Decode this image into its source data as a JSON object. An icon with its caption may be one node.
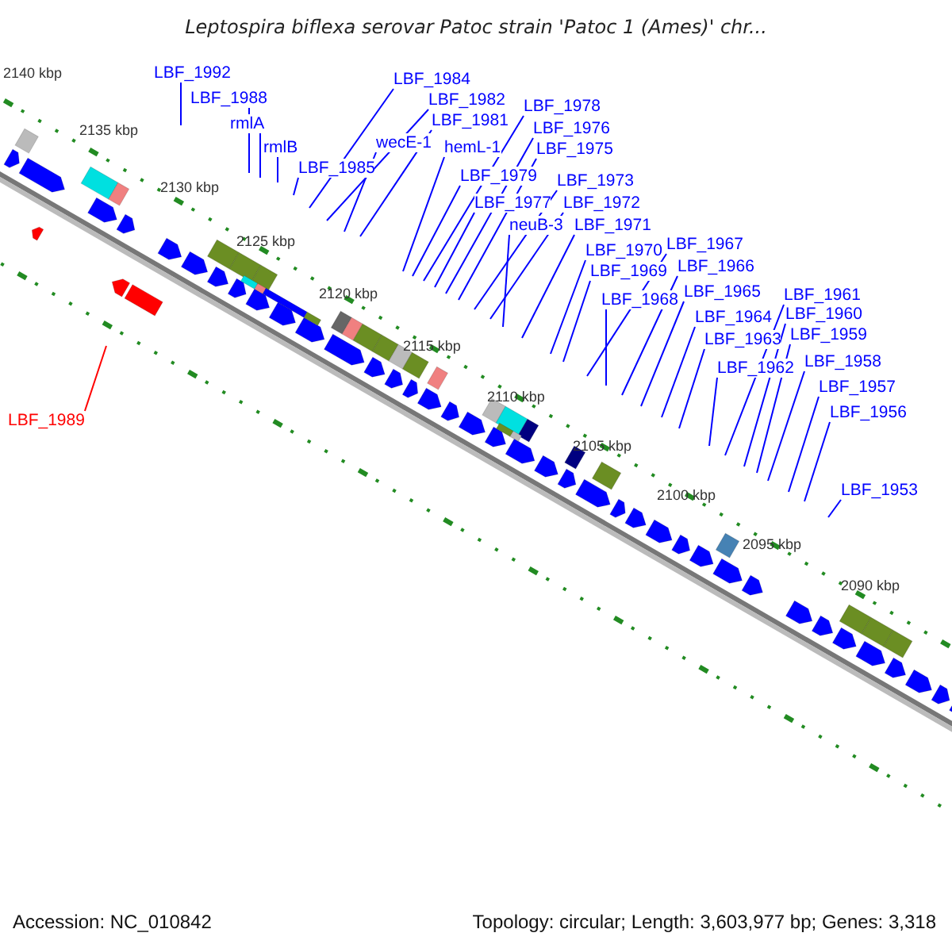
{
  "diagram": {
    "title": "Leptospira biflexa serovar Patoc strain 'Patoc 1 (Ames)' chr...",
    "nodes": [
      {
        "text": [
          "LBF_1992"
        ]
      },
      {
        "text": [
          "LBF_1988"
        ]
      },
      {
        "text": [
          "rmlA"
        ]
      },
      {
        "text": [
          "rmlB"
        ]
      },
      {
        "text": [
          "LBF_1985"
        ]
      },
      {
        "text": [
          "LBF_1984"
        ]
      },
      {
        "text": [
          "LBF_1982"
        ]
      },
      {
        "text": [
          "wecE-1"
        ]
      },
      {
        "text": [
          "LBF_1981"
        ]
      },
      {
        "text": [
          "hemL-1"
        ]
      },
      {
        "text": [
          "LBF_1979"
        ]
      },
      {
        "text": [
          "LBF_1978"
        ]
      },
      {
        "text": [
          "LBF_1977"
        ]
      },
      {
        "text": [
          "LBF_1976"
        ]
      },
      {
        "text": [
          "LBF_1975"
        ]
      },
      {
        "text": [
          "LBF_1973"
        ]
      },
      {
        "text": [
          "LBF_1972"
        ]
      },
      {
        "text": [
          "neuB-3"
        ]
      },
      {
        "text": [
          "LBF_1971"
        ]
      },
      {
        "text": [
          "LBF_1970"
        ]
      },
      {
        "text": [
          "LBF_1969"
        ]
      },
      {
        "text": [
          "LBF_1967"
        ]
      },
      {
        "text": [
          "LBF_1968"
        ]
      },
      {
        "text": [
          "LBF_1966"
        ]
      },
      {
        "text": [
          "LBF_1965"
        ]
      },
      {
        "text": [
          "LBF_1964"
        ]
      },
      {
        "text": [
          "LBF_1963"
        ]
      },
      {
        "text": [
          "LBF_1962"
        ]
      },
      {
        "text": [
          "LBF_1961"
        ]
      },
      {
        "text": [
          "LBF_1960"
        ]
      },
      {
        "text": [
          "LBF_1959"
        ]
      },
      {
        "text": [
          "LBF_1958"
        ]
      },
      {
        "text": [
          "LBF_1957"
        ]
      },
      {
        "text": [
          "LBF_1956"
        ]
      },
      {
        "text": [
          "LBF_1953"
        ]
      },
      {
        "text": [
          "LBF_1989"
        ]
      }
    ],
    "edges": [
      {
        "from": 0,
        "to": null,
        "arrow": "none"
      },
      {
        "from": 1,
        "to": null,
        "arrow": "none"
      },
      {
        "from": 2,
        "to": null,
        "arrow": "none"
      },
      {
        "from": 3,
        "to": null,
        "arrow": "none"
      },
      {
        "from": 4,
        "to": null,
        "arrow": "none"
      },
      {
        "from": 5,
        "to": null,
        "arrow": "none"
      },
      {
        "from": 6,
        "to": null,
        "arrow": "none"
      },
      {
        "from": 7,
        "to": null,
        "arrow": "none"
      },
      {
        "from": 8,
        "to": null,
        "arrow": "none"
      },
      {
        "from": 9,
        "to": null,
        "arrow": "none"
      },
      {
        "from": 10,
        "to": null,
        "arrow": "none"
      },
      {
        "from": 11,
        "to": null,
        "arrow": "none"
      },
      {
        "from": 12,
        "to": null,
        "arrow": "none"
      },
      {
        "from": 13,
        "to": null,
        "arrow": "none"
      },
      {
        "from": 14,
        "to": null,
        "arrow": "none"
      },
      {
        "from": 15,
        "to": null,
        "arrow": "none"
      },
      {
        "from": 16,
        "to": null,
        "arrow": "none"
      },
      {
        "from": 17,
        "to": null,
        "arrow": "none"
      },
      {
        "from": 18,
        "to": null,
        "arrow": "none"
      },
      {
        "from": 19,
        "to": null,
        "arrow": "none"
      },
      {
        "from": 20,
        "to": null,
        "arrow": "none"
      },
      {
        "from": 21,
        "to": null,
        "arrow": "none"
      },
      {
        "from": 22,
        "to": null,
        "arrow": "none"
      },
      {
        "from": 23,
        "to": null,
        "arrow": "none"
      },
      {
        "from": 24,
        "to": null,
        "arrow": "none"
      },
      {
        "from": 25,
        "to": null,
        "arrow": "none"
      },
      {
        "from": 26,
        "to": null,
        "arrow": "none"
      },
      {
        "from": 27,
        "to": null,
        "arrow": "none"
      },
      {
        "from": 28,
        "to": null,
        "arrow": "none"
      },
      {
        "from": 29,
        "to": null,
        "arrow": "none"
      },
      {
        "from": 30,
        "to": null,
        "arrow": "none"
      },
      {
        "from": 31,
        "to": null,
        "arrow": "none"
      },
      {
        "from": 32,
        "to": null,
        "arrow": "none"
      },
      {
        "from": 33,
        "to": null,
        "arrow": "none"
      },
      {
        "from": 34,
        "to": null,
        "arrow": "none"
      },
      {
        "from": 35,
        "to": null,
        "arrow": "none",
        "color": "#ff0000"
      }
    ],
    "labels": [
      "2140 kbp",
      "2135 kbp",
      "2130 kbp",
      "2125 kbp",
      "2120 kbp",
      "2115 kbp",
      "2110 kbp",
      "2105 kbp",
      "2100 kbp",
      "2095 kbp",
      "2090 kbp",
      "Accession: NC_010842",
      "Topology: circular; Length: 3,603,977 bp; Genes: 3,318"
    ]
  }
}
